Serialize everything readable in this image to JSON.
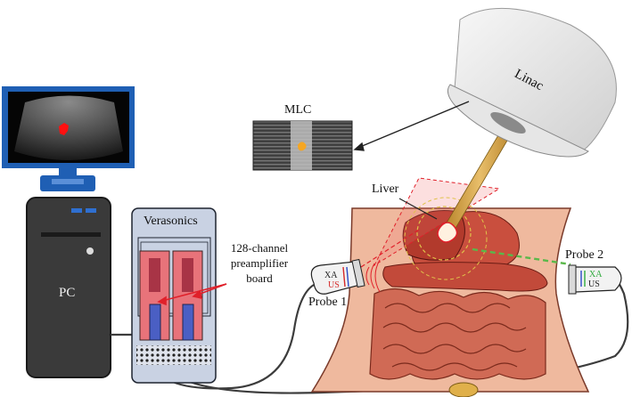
{
  "labels": {
    "pc": "PC",
    "verasonics": "Verasonics",
    "board_line1": "128-channel",
    "board_line2": "preamplifier",
    "board_line3": "board",
    "probe1": "Probe 1",
    "probe2": "Probe 2",
    "mlc": "MLC",
    "liver": "Liver",
    "linac": "Linac",
    "probe1_xa": "XA",
    "probe1_us": "US",
    "probe2_xa": "XA",
    "probe2_us": "US"
  },
  "colors": {
    "monitor_frame": "#1f5fb4",
    "pc_body": "#3a3a3a",
    "verasonics_box": "#c9d2e3",
    "board": "#e8737a",
    "board_dark": "#a83446",
    "connector": "#4a5fc4",
    "body_skin": "#efb99e",
    "radiation_field": "#f26d6d",
    "beam": "#d8a24a",
    "xa_green": "#2faa3c",
    "us_red": "#d62a2a",
    "arrow_red": "#e0202a"
  },
  "icons": {
    "ultrasound_image": "liver-ultrasound-image",
    "mlc_image": "mlc-leaves-image",
    "anatomy": "abdomen-anatomy-illustration"
  }
}
